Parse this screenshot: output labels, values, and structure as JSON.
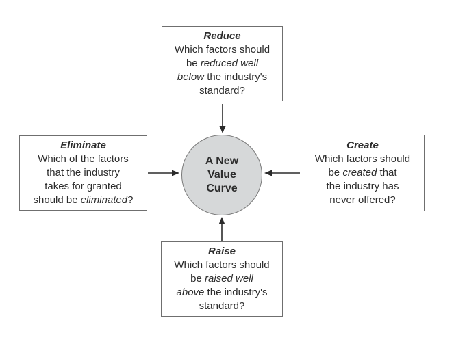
{
  "diagram": {
    "title_semantic": "Four Actions Framework",
    "colors": {
      "background": "#ffffff",
      "box_border": "#6f6f6f",
      "circle_fill": "#d6d8d9",
      "circle_border": "#7a7a7a",
      "text": "#2d2d2d",
      "arrow": "#2b2b2b"
    },
    "center": {
      "lines": [
        "A New",
        "Value",
        "Curve"
      ]
    },
    "boxes": {
      "reduce": {
        "title": "Reduce",
        "lines": [
          [
            {
              "t": "Which factors should",
              "i": false
            }
          ],
          [
            {
              "t": "be ",
              "i": false
            },
            {
              "t": "reduced well",
              "i": true
            }
          ],
          [
            {
              "t": "below",
              "i": true
            },
            {
              "t": " the industry's",
              "i": false
            }
          ],
          [
            {
              "t": "standard?",
              "i": false
            }
          ]
        ]
      },
      "eliminate": {
        "title": "Eliminate",
        "lines": [
          [
            {
              "t": "Which of the factors",
              "i": false
            }
          ],
          [
            {
              "t": "that the industry",
              "i": false
            }
          ],
          [
            {
              "t": "takes for granted",
              "i": false
            }
          ],
          [
            {
              "t": "should be ",
              "i": false
            },
            {
              "t": "eliminated",
              "i": true
            },
            {
              "t": "?",
              "i": false
            }
          ]
        ]
      },
      "create": {
        "title": "Create",
        "lines": [
          [
            {
              "t": "Which factors should",
              "i": false
            }
          ],
          [
            {
              "t": "be ",
              "i": false
            },
            {
              "t": "created",
              "i": true
            },
            {
              "t": " that",
              "i": false
            }
          ],
          [
            {
              "t": "the industry has",
              "i": false
            }
          ],
          [
            {
              "t": "never offered?",
              "i": false
            }
          ]
        ]
      },
      "raise": {
        "title": "Raise",
        "lines": [
          [
            {
              "t": "Which factors should",
              "i": false
            }
          ],
          [
            {
              "t": "be ",
              "i": false
            },
            {
              "t": "raised well",
              "i": true
            }
          ],
          [
            {
              "t": "above",
              "i": true
            },
            {
              "t": " the industry's",
              "i": false
            }
          ],
          [
            {
              "t": "standard?",
              "i": false
            }
          ]
        ]
      }
    }
  }
}
